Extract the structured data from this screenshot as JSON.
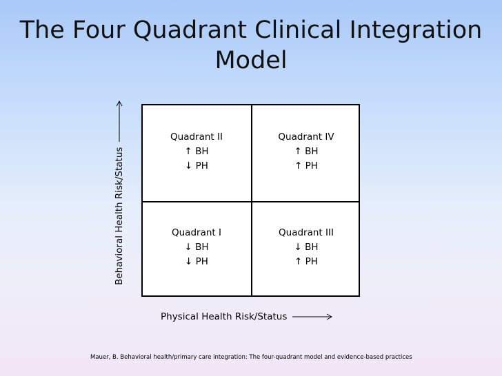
{
  "title": "The Four Quadrant Clinical Integration Model",
  "y_axis_label": "Behavioral Health Risk/Status",
  "x_axis_label": "Physical Health Risk/Status",
  "quadrants": [
    {
      "name": "Quadrant II",
      "bh": "↑ BH",
      "ph": "↓ PH"
    },
    {
      "name": "Quadrant IV",
      "bh": "↑ BH",
      "ph": "↑ PH"
    },
    {
      "name": "Quadrant I",
      "bh": "↓ BH",
      "ph": "↓ PH"
    },
    {
      "name": "Quadrant III",
      "bh": "↓ BH",
      "ph": "↑ PH"
    }
  ],
  "citation": "Mauer, B.  Behavioral health/primary care integration: The four-quadrant model and evidence-based practices"
}
